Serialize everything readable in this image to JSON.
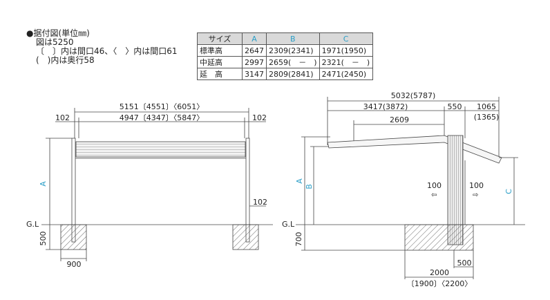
{
  "notes": {
    "title": "●据付図(単位㎜)",
    "line1": "図は5250",
    "line2": "〔　〕内は間口46、〈　〉内は間口61",
    "line3": "(　)内は奥行58"
  },
  "table": {
    "headers": [
      "サイズ",
      "A",
      "B",
      "C"
    ],
    "rows": [
      {
        "label": "標準高",
        "a": "2647",
        "b": "2309(2341)",
        "c": "1971(1950)"
      },
      {
        "label": "中延高",
        "a": "2997",
        "b": "2659(　－　)",
        "c": "2321(　－　)"
      },
      {
        "label": "延　高",
        "a": "3147",
        "b": "2809(2841)",
        "c": "2471(2450)"
      }
    ]
  },
  "front_view": {
    "overall_width": "5151〔4551〕〈6051〉",
    "inner_width": "4947〔4347〕〈5847〉",
    "left_offset": "102",
    "right_offset": "102",
    "post_offset": "102",
    "height_label": "A",
    "gl_label": "G.L",
    "foundation_depth": "500",
    "foundation_width": "900"
  },
  "side_view": {
    "overall_depth": "5032(5787)",
    "front_span": "3417(3872)",
    "post_width": "550",
    "overhang": "1065",
    "overhang_alt": "(1365)",
    "beam_span": "2609",
    "height_a": "A",
    "height_b": "B",
    "height_c": "C",
    "left_marker": "100",
    "right_marker": "100",
    "gl_label": "G.L",
    "foundation_depth": "700",
    "foundation_width": "500",
    "base_width": "2000",
    "base_width_alt": "〔1900〕〈2200〉"
  },
  "colors": {
    "line": "#444444",
    "dim_letter": "#2a9ec7",
    "table_header_bg": "#d9d9d9",
    "roof_fill": "#bfbfbf",
    "hatch": "#666666"
  }
}
